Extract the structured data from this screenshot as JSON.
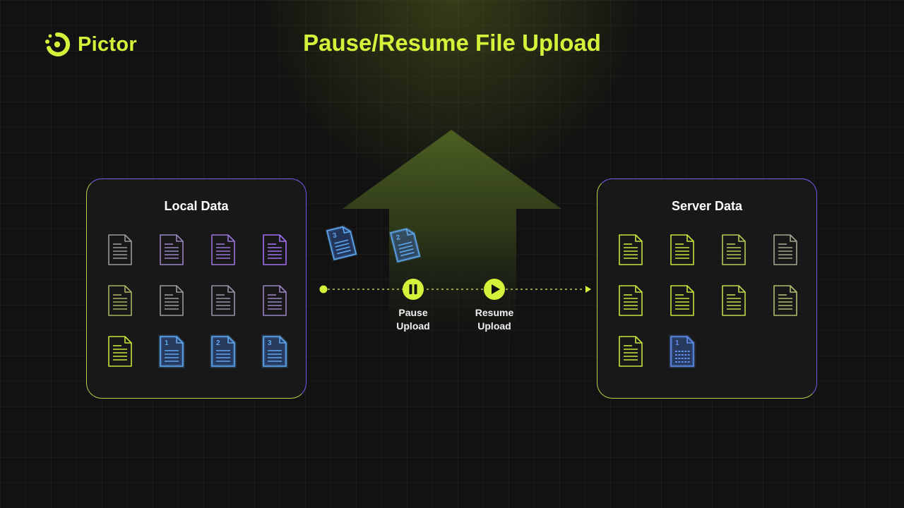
{
  "brand": {
    "name": "Pictor",
    "color": "#d4f23a"
  },
  "title": "Pause/Resume File Upload",
  "local_panel": {
    "title": "Local Data",
    "files": [
      {
        "color": "#9a9a9a",
        "label": ""
      },
      {
        "color": "#9a84c4",
        "label": ""
      },
      {
        "color": "#9a74d8",
        "label": ""
      },
      {
        "color": "#a070f0",
        "label": ""
      },
      {
        "color": "#aab060",
        "label": ""
      },
      {
        "color": "#9a9a9a",
        "label": ""
      },
      {
        "color": "#9a92a8",
        "label": ""
      },
      {
        "color": "#9a84c4",
        "label": ""
      },
      {
        "color": "#c9e23c",
        "label": ""
      },
      {
        "color": "#5fa8f0",
        "label": "1"
      },
      {
        "color": "#5fa8f0",
        "label": "2"
      },
      {
        "color": "#5fa8f0",
        "label": "3"
      }
    ]
  },
  "server_panel": {
    "title": "Server Data",
    "files": [
      {
        "color": "#c9e23c",
        "label": ""
      },
      {
        "color": "#c9e23c",
        "label": ""
      },
      {
        "color": "#b8c858",
        "label": ""
      },
      {
        "color": "#a3a78e",
        "label": ""
      },
      {
        "color": "#c9e23c",
        "label": ""
      },
      {
        "color": "#c9e23c",
        "label": ""
      },
      {
        "color": "#c2d84a",
        "label": ""
      },
      {
        "color": "#b4bc70",
        "label": ""
      },
      {
        "color": "#c9e23c",
        "label": ""
      },
      {
        "color": "#5f8ef0",
        "label": "1",
        "partial": true
      }
    ]
  },
  "in_transit": [
    {
      "label": "3",
      "color": "#5fa8f0"
    },
    {
      "label": "2",
      "color": "#5fa8f0"
    }
  ],
  "controls": {
    "pause": {
      "line1": "Pause",
      "line2": "Upload"
    },
    "resume": {
      "line1": "Resume",
      "line2": "Upload"
    }
  },
  "colors": {
    "accent": "#d4f23a",
    "blue": "#5fa8f0",
    "purple": "#7d56e8"
  }
}
